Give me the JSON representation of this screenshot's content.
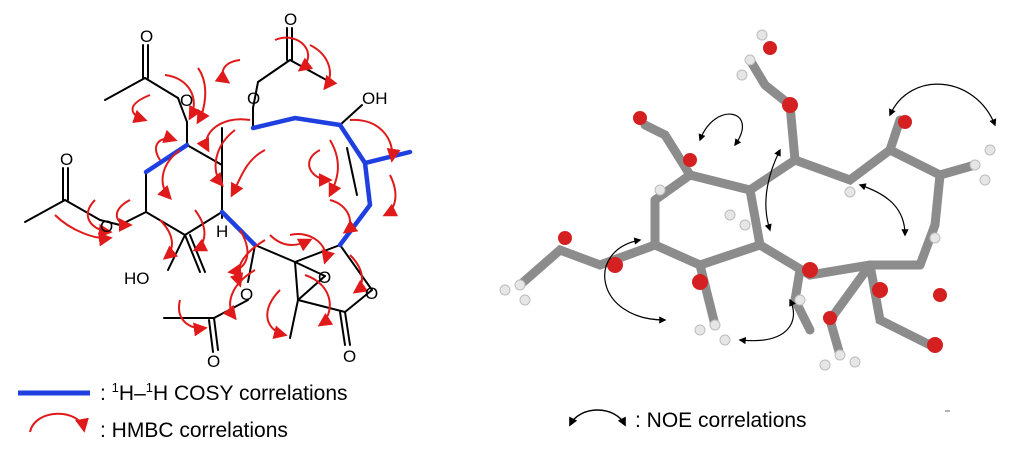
{
  "left_panel": {
    "atom_labels": {
      "oh_top": "OH",
      "ho_bottom": "HO",
      "h": "H",
      "o": "O"
    },
    "legend": {
      "cosy_prefix": ": ",
      "cosy_sup1": "1",
      "cosy_h1": "H–",
      "cosy_sup2": "1",
      "cosy_rest": "H COSY correlations",
      "hmbc": ": HMBC correlations"
    }
  },
  "right_panel": {
    "legend": {
      "noe": ":  NOE correlations"
    }
  },
  "colors": {
    "cosy": "#1f3fe0",
    "hmbc": "#e01a1a",
    "bond": "#000000",
    "carbon": "#8c8c8c",
    "oxygen": "#d42020",
    "hydrogen": "#e6e6e6"
  },
  "icons": [
    "cosy-bond-icon",
    "hmbc-arrow-icon",
    "noe-arrow-icon"
  ]
}
